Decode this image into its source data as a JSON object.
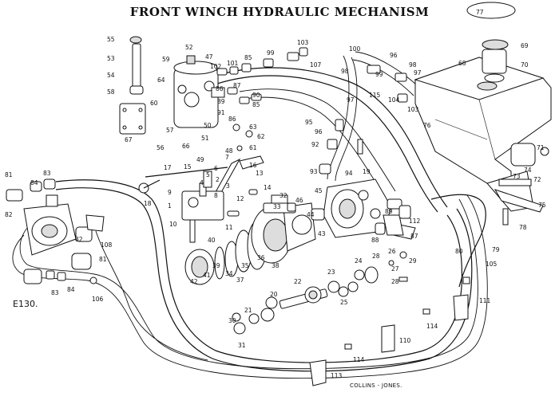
{
  "title": "FRONT WINCH HYDRAULIC MECHANISM",
  "figure_ref": "E130.",
  "artist_credit": "COLLINS - JONES.",
  "part_labels": {
    "p1": "1",
    "p2": "2",
    "p3": "3",
    "p4": "4",
    "p5": "5",
    "p6": "6",
    "p7": "7",
    "p8": "8",
    "p9": "9",
    "p10": "10",
    "p11": "11",
    "p12": "12",
    "p13": "13",
    "p14": "14",
    "p15": "15",
    "p16": "16",
    "p17": "17",
    "p18": "18",
    "p19": "19",
    "p20": "20",
    "p21": "21",
    "p22": "22",
    "p23": "23",
    "p24": "24",
    "p25": "25",
    "p26": "26",
    "p27": "27",
    "p28": "28",
    "p28b": "28",
    "p29": "29",
    "p30": "30",
    "p31": "31",
    "p32": "32",
    "p33": "33",
    "p34": "34",
    "p35": "35",
    "p36": "36",
    "p37": "37",
    "p38": "38",
    "p39": "39",
    "p40": "40",
    "p41": "41",
    "p42": "42",
    "p43": "43",
    "p44": "44",
    "p45": "45",
    "p46": "46",
    "p47": "47",
    "p48": "48",
    "p49": "49",
    "p50": "50",
    "p51": "51",
    "p52": "52",
    "p53": "53",
    "p54": "54",
    "p55": "55",
    "p56": "56",
    "p57": "57",
    "p58": "58",
    "p59": "59",
    "p60": "60",
    "p61": "61",
    "p62": "62",
    "p63": "63",
    "p64": "64",
    "p66": "66",
    "p67": "67",
    "p68": "68",
    "p69": "69",
    "p70": "70",
    "p71": "71",
    "p72": "72",
    "p73": "73",
    "p74": "74",
    "p75": "75",
    "p76": "76",
    "p77": "77",
    "p78": "78",
    "p79": "79",
    "p80": "80",
    "p81": "81",
    "p81b": "81",
    "p82": "82",
    "p82b": "82",
    "p83": "83",
    "p83b": "83",
    "p84": "84",
    "p84b": "84",
    "p85": "85",
    "p86": "86",
    "p86b": "86",
    "p87": "87",
    "p88": "88",
    "p89": "89",
    "p90": "90",
    "p91": "91",
    "p92": "92",
    "p93": "93",
    "p94": "94",
    "p95": "95",
    "p96": "96",
    "p96b": "96",
    "p97": "97",
    "p97b": "97",
    "p98": "98",
    "p98b": "98",
    "p99": "99",
    "p100": "100",
    "p101": "101",
    "p102": "102",
    "p103": "103",
    "p103b": "103",
    "p104": "104",
    "p105": "105",
    "p106": "106",
    "p107": "107",
    "p108": "108",
    "p110": "110",
    "p111": "111",
    "p112": "112",
    "p113": "113",
    "p114": "114",
    "p114b": "114",
    "p115": "115"
  }
}
